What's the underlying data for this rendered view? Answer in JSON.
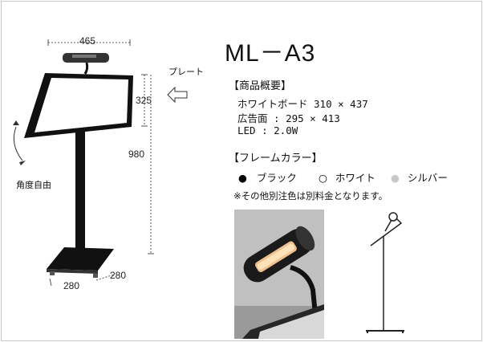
{
  "product": {
    "title": "ML－A3"
  },
  "labels": {
    "plate": "プレート",
    "angle": "角度自由"
  },
  "dimensions": {
    "width": "465",
    "plate_height": "325",
    "height": "980",
    "base_depth": "280",
    "base_width": "280"
  },
  "overview": {
    "heading": "【商品概要】",
    "board": "ホワイトボード 310 × 437",
    "ad_area": "広告面 : 295 × 413",
    "led": "LED : 2.0W"
  },
  "frame_color": {
    "heading": "【フレームカラー】",
    "options": [
      {
        "symbol": "●",
        "name": "ブラック",
        "color": "#000000"
      },
      {
        "symbol": "○",
        "name": "ホワイト",
        "color": "#000000"
      },
      {
        "symbol": "●",
        "name": "シルバー",
        "color": "#c8c8c8"
      }
    ],
    "note": "※その他別注色は別料金となります。"
  }
}
